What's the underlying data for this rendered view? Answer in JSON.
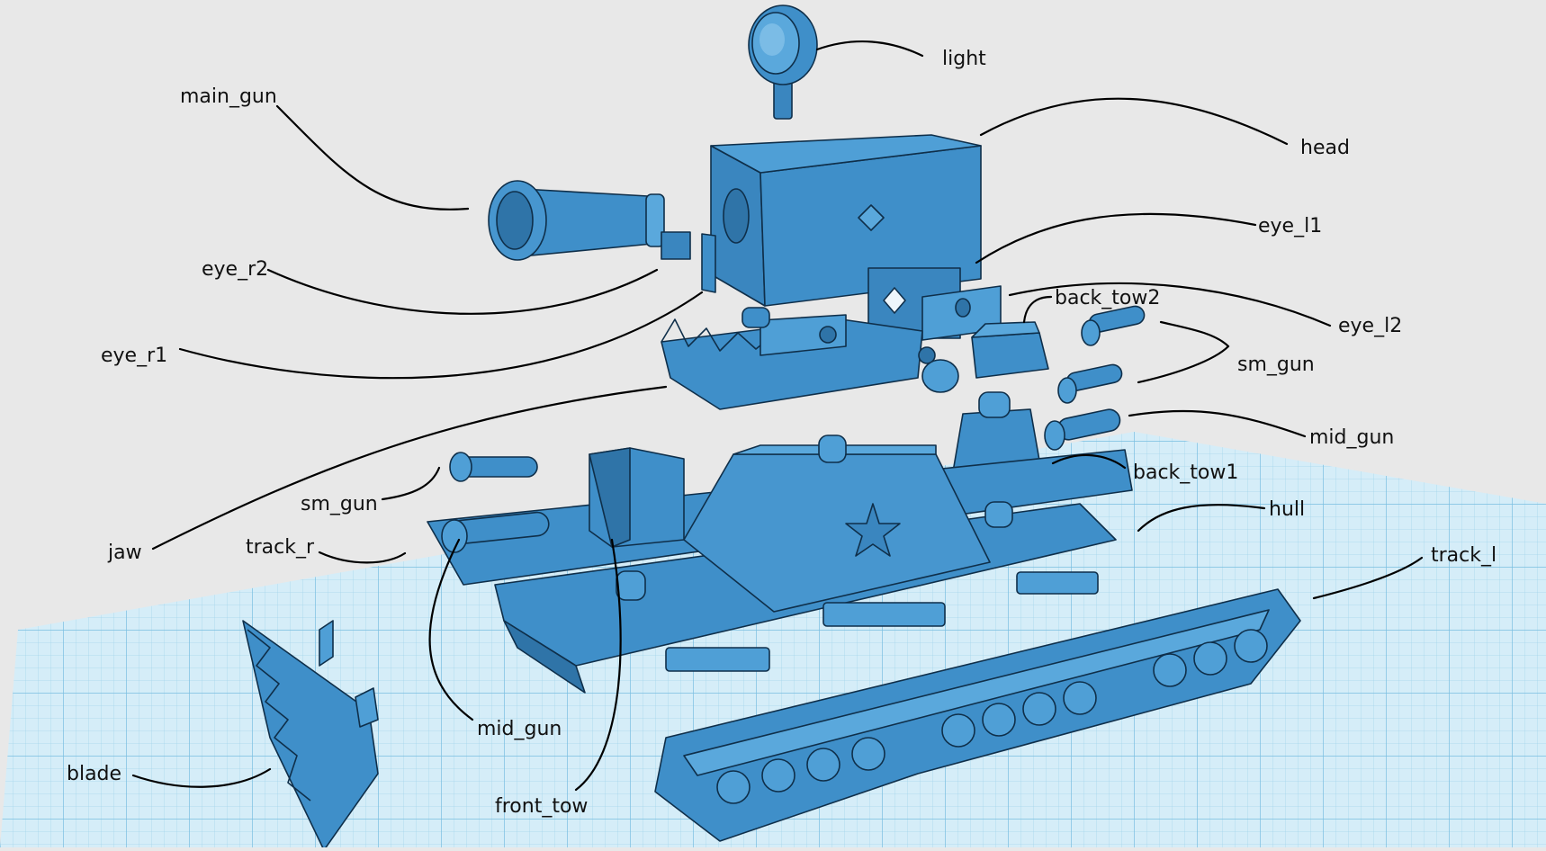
{
  "labels": {
    "light": "light",
    "head": "head",
    "main_gun": "main_gun",
    "eye_l1": "eye_l1",
    "eye_r2": "eye_r2",
    "back_tow2": "back_tow2",
    "eye_l2": "eye_l2",
    "eye_r1": "eye_r1",
    "sm_gun_right": "sm_gun",
    "mid_gun_right": "mid_gun",
    "back_tow1": "back_tow1",
    "sm_gun_left": "sm_gun",
    "hull": "hull",
    "jaw": "jaw",
    "track_r": "track_r",
    "track_l": "track_l",
    "mid_gun_left": "mid_gun",
    "blade": "blade",
    "front_tow": "front_tow"
  },
  "colors": {
    "background": "#e8e8e8",
    "part_fill": "#3f8fc9",
    "part_shade": "#2f74a8",
    "part_highlight": "#5aa8dc",
    "grid_fill": "#d3ecf7",
    "grid_line": "#8fcbe6",
    "leader_line": "#000000"
  }
}
